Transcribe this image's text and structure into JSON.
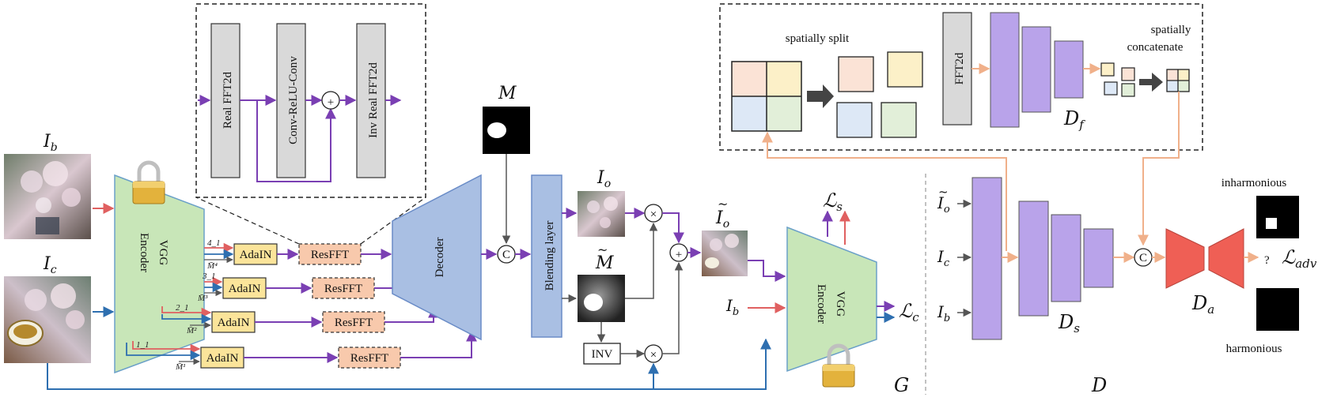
{
  "colors": {
    "purple": "#7a3fb3",
    "blue": "#2e6fb0",
    "red": "#e06060",
    "orange": "#f0b08a",
    "gray": "#555555",
    "encoder_fill": "#c8e6b8",
    "decoder_fill": "#a9bfe3",
    "adain_fill": "#fbe49a",
    "resfft_fill": "#f8c9ac",
    "disc_fill": "#b9a3ea",
    "da_fill": "#ef5f55",
    "gray_box": "#d9d9d9"
  },
  "labels": {
    "Ib": "I",
    "Ib_sub": "b",
    "Ic": "I",
    "Ic_sub": "c",
    "M": "M",
    "Io": "I",
    "Io_sub": "o",
    "Mtilde": "M",
    "Iotilde": "I",
    "Iotilde_sub": "o",
    "Ib2": "I",
    "Ib2_sub": "b",
    "Ls": "ℒ",
    "Ls_sub": "s",
    "Lc": "ℒ",
    "Lc_sub": "c",
    "Ladv": "ℒ",
    "Ladv_sub": "adv",
    "question": "?",
    "G": "G",
    "D": "D",
    "Df": "D",
    "Df_sub": "f",
    "Ds": "D",
    "Ds_sub": "s",
    "Da": "D",
    "Da_sub": "a",
    "Dio": "I",
    "Dio_sub": "o",
    "Dic": "I",
    "Dic_sub": "c",
    "Dib": "I",
    "Dib_sub": "b",
    "tilde": "~"
  },
  "encoder": {
    "line1": "VGG",
    "line2": "Encoder"
  },
  "encoder2": {
    "line1": "VGG",
    "line2": "Encoder"
  },
  "decoder": "Decoder",
  "blending": "Blending layer",
  "adain": "AdaIN",
  "resfft": "ResFFT",
  "inv": "INV",
  "layers": [
    "4_1",
    "3_1",
    "2_1",
    "1_1"
  ],
  "mbar": [
    "M̄⁴",
    "M̄³",
    "M̄²",
    "M̄¹"
  ],
  "inset_fft": {
    "real_fft": "Real FFT2d",
    "conv": "Conv-ReLU-Conv",
    "inv_fft": "Inv Real FFT2d"
  },
  "inset_disc": {
    "split": "spatially split",
    "fft": "FFT2d",
    "concat_line1": "spatially",
    "concat_line2": "concatenate"
  },
  "outputs": {
    "inharmonious": "inharmonious",
    "harmonious": "harmonious"
  },
  "ops": {
    "concat": "C",
    "times": "×",
    "plus": "+"
  }
}
